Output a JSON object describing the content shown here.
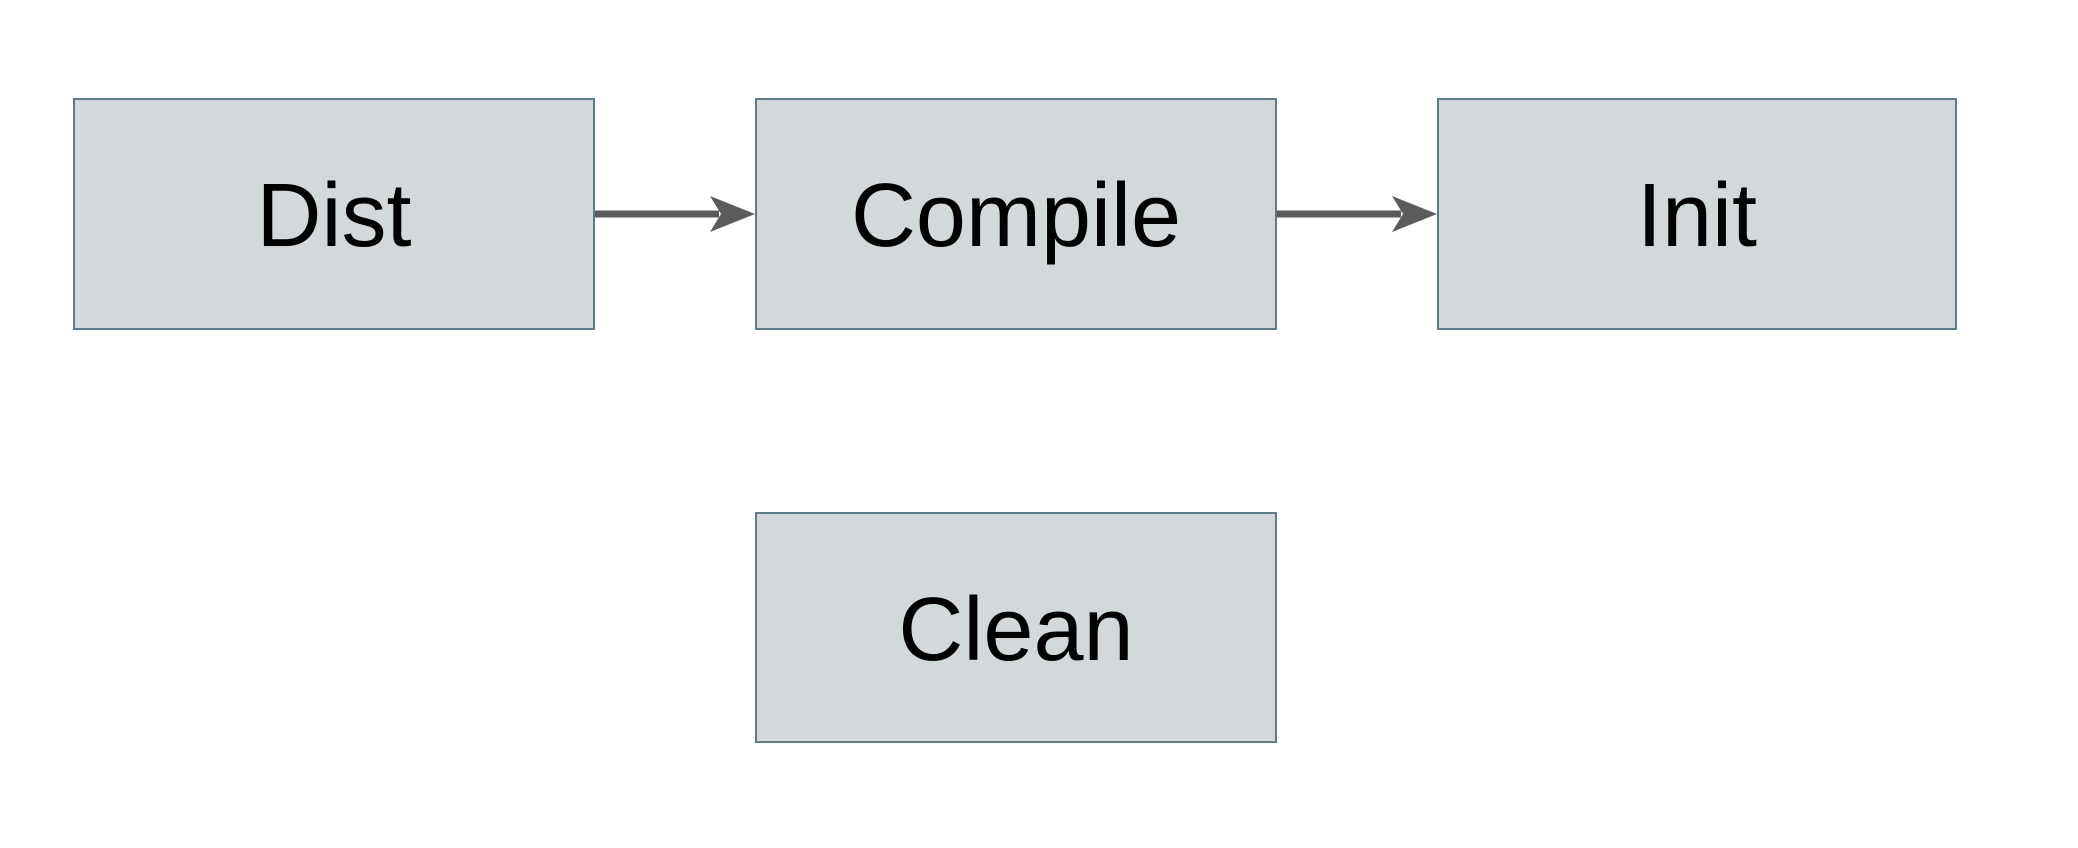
{
  "diagram": {
    "type": "flowchart",
    "nodes": [
      {
        "id": "dist",
        "label": "Dist"
      },
      {
        "id": "compile",
        "label": "Compile"
      },
      {
        "id": "init",
        "label": "Init"
      },
      {
        "id": "clean",
        "label": "Clean"
      }
    ],
    "edges": [
      {
        "from": "Dist",
        "to": "Compile",
        "style": "arrow"
      },
      {
        "from": "Compile",
        "to": "Init",
        "style": "arrow"
      }
    ],
    "colors": {
      "node_fill": "#d3d9db",
      "node_border": "#5e7b89",
      "arrow": "#5b5b5b",
      "text": "#000000",
      "background": "#ffffff"
    }
  }
}
